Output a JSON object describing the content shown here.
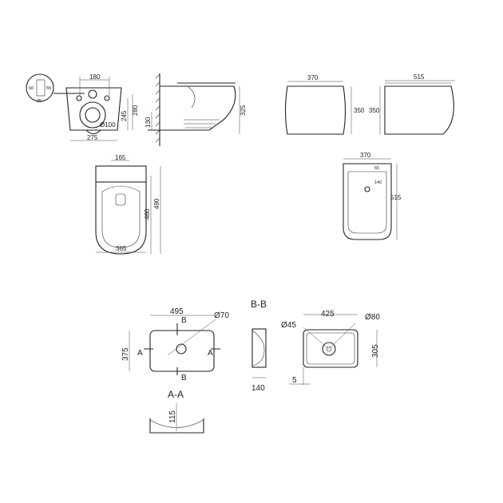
{
  "toilet": {
    "front": {
      "dims": [
        "180",
        "245",
        "280",
        "275",
        "Ø100"
      ],
      "detail": [
        "60",
        "55",
        "35"
      ]
    },
    "side": {
      "dims": [
        "130",
        "325"
      ]
    },
    "top": {
      "dims": [
        "165",
        "460",
        "490",
        "365"
      ]
    }
  },
  "tank": {
    "front": [
      "370",
      "350"
    ],
    "side": [
      "515",
      "350"
    ]
  },
  "bidet": {
    "dims": [
      "370",
      "65",
      "140",
      "515"
    ]
  },
  "basin": {
    "plan": {
      "dims": [
        "495",
        "375",
        "Ø70"
      ],
      "marks": [
        "A",
        "A",
        "B",
        "B"
      ]
    },
    "section_bb": {
      "title": "B-B",
      "dims": [
        "140"
      ]
    },
    "section_aa": {
      "title": "A-A",
      "dims": [
        "115"
      ]
    },
    "plan2": {
      "dims": [
        "425",
        "305",
        "Ø45",
        "Ø80",
        "5"
      ]
    }
  }
}
